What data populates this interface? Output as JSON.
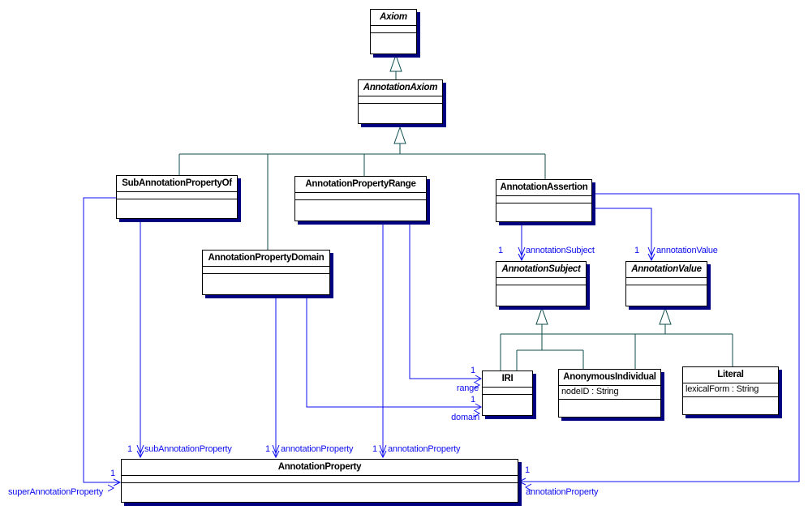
{
  "diagram_title": "OWL annotation axioms UML class diagram",
  "colors": {
    "background": "#ffffff",
    "class_border": "#000000",
    "class_fill": "#ffffff",
    "class_shadow": "#000080",
    "generalization_line": "#0e4e4e",
    "association_line": "#0d0df0",
    "association_label": "#0d0df0"
  },
  "classes": {
    "axiom": {
      "name": "Axiom",
      "abstract": true
    },
    "annotationAxiom": {
      "name": "AnnotationAxiom",
      "abstract": true
    },
    "subAnnotationPropertyOf": {
      "name": "SubAnnotationPropertyOf",
      "abstract": false
    },
    "annotationPropertyRange": {
      "name": "AnnotationPropertyRange",
      "abstract": false
    },
    "annotationAssertion": {
      "name": "AnnotationAssertion",
      "abstract": false
    },
    "annotationPropertyDomain": {
      "name": "AnnotationPropertyDomain",
      "abstract": false
    },
    "annotationSubject": {
      "name": "AnnotationSubject",
      "abstract": true
    },
    "annotationValue": {
      "name": "AnnotationValue",
      "abstract": true
    },
    "iri": {
      "name": "IRI",
      "abstract": false
    },
    "anonymousIndividual": {
      "name": "AnonymousIndividual",
      "attribute": "nodeID : String"
    },
    "literal": {
      "name": "Literal",
      "attribute": "lexicalForm : String"
    },
    "annotationProperty": {
      "name": "AnnotationProperty",
      "abstract": false
    }
  },
  "associations": {
    "subAnnotationProperty": {
      "multiplicity": "1",
      "label": "subAnnotationProperty"
    },
    "annotationPropertyFromDomain": {
      "multiplicity": "1",
      "label": "annotationProperty"
    },
    "annotationPropertyFromRange": {
      "multiplicity": "1",
      "label": "annotationProperty"
    },
    "superAnnotationProperty": {
      "multiplicity": "1",
      "label": "superAnnotationProperty"
    },
    "annotationPropertyFromAssertion": {
      "multiplicity": "1",
      "label": "annotationProperty"
    },
    "annotationSubject": {
      "multiplicity": "1",
      "label": "annotationSubject"
    },
    "annotationValue": {
      "multiplicity": "1",
      "label": "annotationValue"
    },
    "range": {
      "multiplicity": "1",
      "label": "range"
    },
    "domain": {
      "multiplicity": "1",
      "label": "domain"
    }
  }
}
